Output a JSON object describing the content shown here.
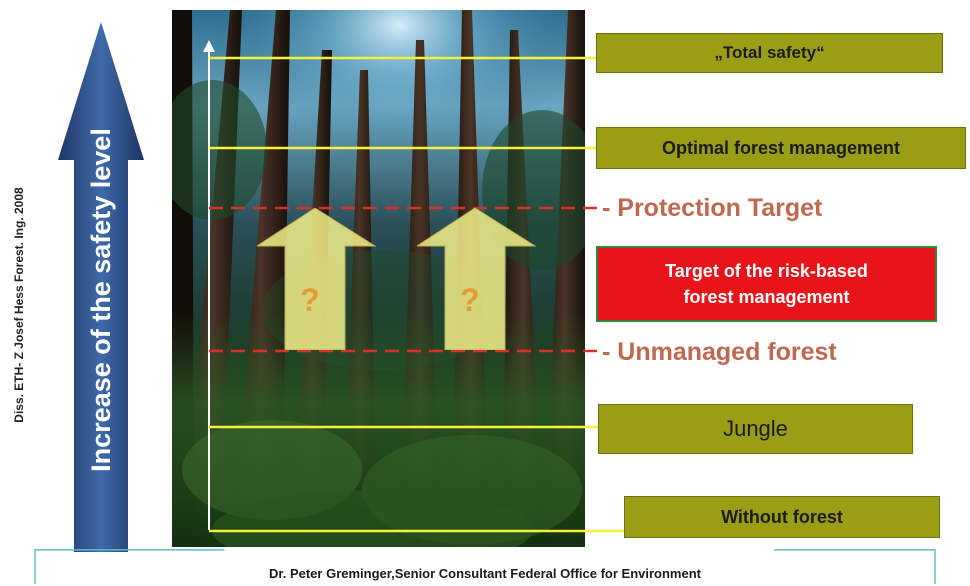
{
  "credit": "Diss. ETH- Z Josef Hess Forest. Ing. 2008",
  "arrow_label": "Increase of the safety level",
  "levels": {
    "total_safety": "„Total safety“",
    "optimal": "Optimal forest management",
    "protection_target": "- Protection Target",
    "unmanaged": "- Unmanaged  forest",
    "jungle": "Jungle",
    "without_forest": "Without forest"
  },
  "risk_box": {
    "line1": "Target of the risk-based",
    "line2": "forest management"
  },
  "question_marks": [
    "?",
    "?"
  ],
  "footer": "Dr. Peter Greminger,Senior Consultant Federal Office for Environment",
  "colors": {
    "olive": "#9a9e14",
    "yellow_line": "#f5f03a",
    "red_dashed": "#d9302a",
    "arrow_blue": "#2b4a86",
    "risk_red": "#e8141a",
    "level_text": "#c0684f"
  }
}
